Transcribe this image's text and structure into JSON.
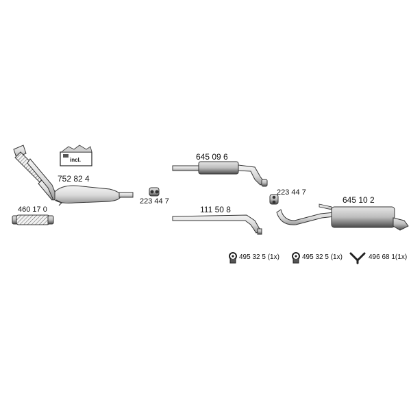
{
  "diagram": {
    "parts": [
      {
        "id": "front_pipe_cat",
        "number": "752 82 4"
      },
      {
        "id": "flex_pipe",
        "number": "460 17 0"
      },
      {
        "id": "mounting_kit",
        "number": "incl."
      },
      {
        "id": "clamp_a",
        "number": "223 44 7"
      },
      {
        "id": "middle_silencer",
        "number": "645 09 6"
      },
      {
        "id": "intermediate_pipe",
        "number": "111 50 8"
      },
      {
        "id": "clamp_b",
        "number": "223 44 7"
      },
      {
        "id": "rear_silencer",
        "number": "645 10 2"
      }
    ],
    "accessories": [
      {
        "number": "495 32 5 (1x)",
        "icon": "rubber-mount-icon"
      },
      {
        "number": "495 32 5 (1x)",
        "icon": "rubber-mount-icon"
      },
      {
        "number": "496 68 1(1x)",
        "icon": "y-hanger-icon"
      }
    ]
  }
}
